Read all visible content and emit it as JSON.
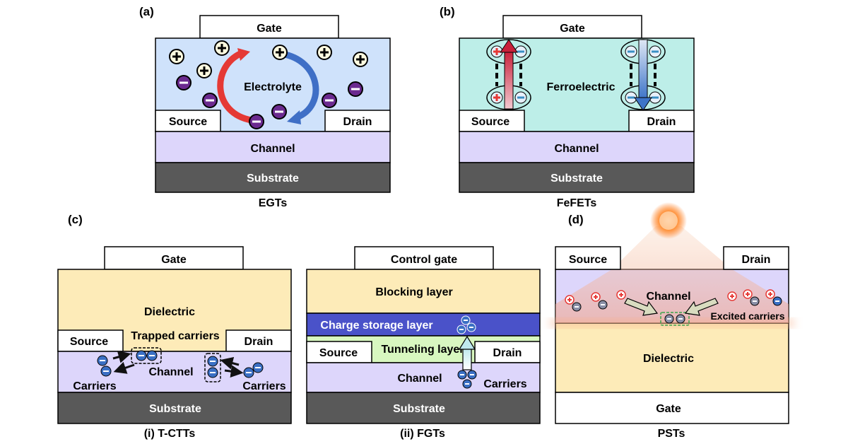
{
  "panel_a": {
    "letter": "(a)",
    "gate": "Gate",
    "layer": "Electrolyte",
    "source": "Source",
    "drain": "Drain",
    "channel": "Channel",
    "substrate": "Substrate",
    "caption": "EGTs"
  },
  "panel_b": {
    "letter": "(b)",
    "gate": "Gate",
    "layer": "Ferroelectric",
    "source": "Source",
    "drain": "Drain",
    "channel": "Channel",
    "substrate": "Substrate",
    "caption": "FeFETs"
  },
  "panel_c": {
    "letter": "(c)",
    "ctt": {
      "gate": "Gate",
      "dielectric": "Dielectric",
      "source": "Source",
      "drain": "Drain",
      "trapped": "Trapped carriers",
      "channel": "Channel",
      "carriers_left": "Carriers",
      "carriers_right": "Carriers",
      "substrate": "Substrate",
      "caption": "(i) T-CTTs"
    },
    "fgt": {
      "gate": "Control gate",
      "blocking": "Blocking layer",
      "storage": "Charge storage layer",
      "tunneling": "Tunneling layer",
      "source": "Source",
      "drain": "Drain",
      "channel": "Channel",
      "carriers": "Carriers",
      "substrate": "Substrate",
      "caption": "(ii) FGTs"
    }
  },
  "panel_d": {
    "letter": "(d)",
    "source": "Source",
    "drain": "Drain",
    "channel": "Channel",
    "excited": "Excited carriers",
    "dielectric": "Dielectric",
    "gate": "Gate",
    "caption": "PSTs"
  },
  "colors": {
    "electrolyte": "#cfe2fb",
    "ferroelectric": "#bdeee8",
    "channel": "#ddd6fb",
    "substrate": "#595959",
    "dielectric": "#fdebb8",
    "storage": "#4a52c9",
    "tunneling": "#d8f7c0",
    "positive": "#e53935",
    "negative_purple": "#6b2a8f",
    "negative_blue": "#3a6fc4"
  }
}
